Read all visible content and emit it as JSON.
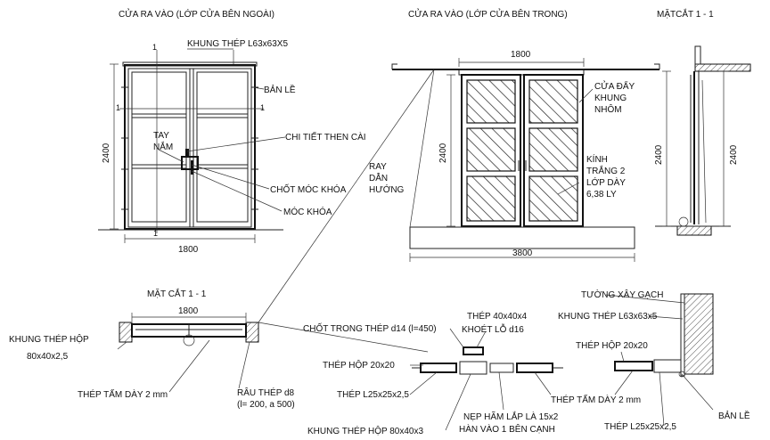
{
  "titles": {
    "elevation_outside": "CỬA RA VÀO (LỚP CỬA  BÊN NGOÀI)",
    "elevation_inside": "CỬA RA VÀO (LỚP CỬA BÊN TRONG)",
    "section_right": "MẶTCẮT 1 - 1",
    "section_bottom": "MẶT CẮT 1 - 1"
  },
  "dimensions": {
    "outer_width": "1800",
    "outer_height": "2400",
    "inner_width_top": "1800",
    "inner_height": "2400",
    "inner_base_width": "3800",
    "section_height": "2400",
    "plan_width": "1800",
    "cut_mark": "1"
  },
  "outer_labels": {
    "frame": "KHUNG THÉP L63x63X5",
    "hinge": "BẢN LỀ",
    "handle_line1": "TAY",
    "handle_line2": "NẮM",
    "latch_detail": "CHI TIẾT THEN CÀI",
    "hook_pin": "CHỐT MÓC KHÓA",
    "hook_lock": "MÓC KHÓA"
  },
  "inner_labels": {
    "rail_line1": "RAY",
    "rail_line2": "DẪN",
    "rail_line3": "HƯỚNG",
    "door_line1": "CỬA ĐẨY",
    "door_line2": "KHUNG",
    "door_line3": "NHÔM",
    "glass_line1": "KÍNH",
    "glass_line2": "TRẮNG 2",
    "glass_line3": "LỚP DÀY",
    "glass_line4": "6,38 LY"
  },
  "plan_labels": {
    "box_frame_line1": "KHUNG THÉP HỘP",
    "box_frame_line2": "80x40x2,5",
    "steel_plate": "THÉP TẤM DÀY 2 mm",
    "anchor_line1": "RÂU THÉP d8",
    "anchor_line2": "(l= 200, a 500)"
  },
  "detail_labels": {
    "inner_pin": "CHỐT TRONG THÉP  d14 (l=450)",
    "steel_40_line1": "THÉP 40x40x4",
    "steel_40_line2": "KHOÉT LỖ d16",
    "box_20_left": "THÉP HỘP 20x20",
    "angle_left": "THÉP L25x25x2,5",
    "box_frame_80": "KHUNG THÉP HỘP 80x40x3",
    "strip_line1": "NẸP HÃM LẮP LÀ 15x2",
    "strip_line2": "HÀN VÀO 1 BÊN CẠNH",
    "plate_right": "THÉP TẤM DÀY 2 mm",
    "brick_wall": "TƯỜNG XÂY GẠCH",
    "frame_right": "KHUNG THÉP L63x63x5",
    "box_20_right": "THÉP HỘP 20x20",
    "angle_right": "THÉP L25x25x2,5",
    "hinge_right": "BẢN LỀ"
  }
}
